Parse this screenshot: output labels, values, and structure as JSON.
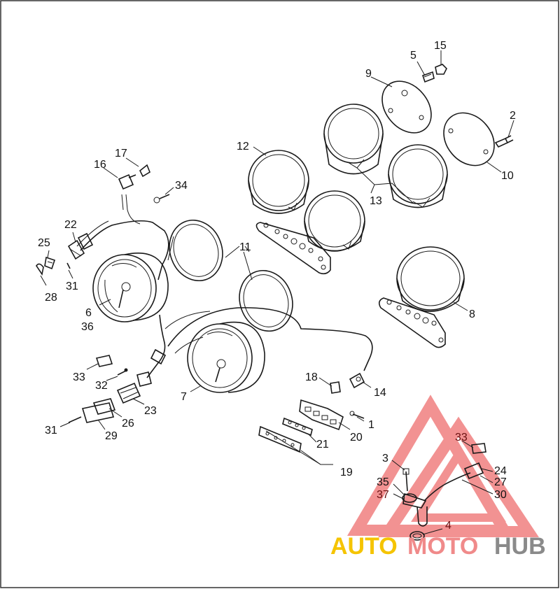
{
  "callouts": {
    "c1": "1",
    "c2": "2",
    "c3": "3",
    "c4": "4",
    "c5": "5",
    "c6": "6",
    "c36": "36",
    "c7": "7",
    "c8": "8",
    "c9": "9",
    "c10": "10",
    "c11": "11",
    "c12": "12",
    "c13": "13",
    "c14": "14",
    "c15": "15",
    "c16": "16",
    "c17": "17",
    "c18": "18",
    "c19": "19",
    "c20": "20",
    "c21": "21",
    "c22": "22",
    "c23": "23",
    "c24": "24",
    "c25": "25",
    "c26": "26",
    "c27": "27",
    "c28": "28",
    "c29": "29",
    "c30": "30",
    "c31a": "31",
    "c31b": "31",
    "c32": "32",
    "c33a": "33",
    "c33b": "33",
    "c34": "34",
    "c35": "35",
    "c37": "37"
  },
  "watermark": {
    "part1": "AUTO",
    "part2": "MOTO",
    "part3": "HUB",
    "color_auto": "#f5c400",
    "color_moto": "#f08a8a",
    "color_hub": "#8a8a8a",
    "triangle_color": "#f08080"
  }
}
